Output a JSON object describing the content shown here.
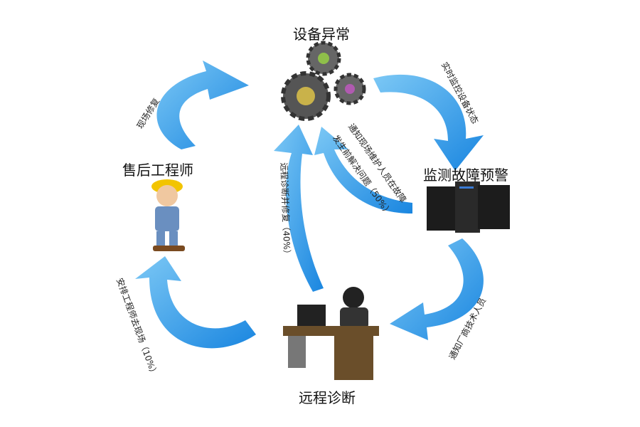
{
  "nodes": {
    "device_fault": "设备异常",
    "monitor_warning": "监测故障预警",
    "remote_diagnosis": "远程诊断",
    "service_engineer": "售后工程师"
  },
  "edges": {
    "realtime_monitor": "实时监控设备状态",
    "notify_vendor": "通知厂商技术人员",
    "notify_onsite_line1": "通知现场维护人员在故障",
    "notify_onsite_line2": "发生前解决问题（50%）",
    "remote_fix": "远程诊断并修复（40%）",
    "send_engineer": "安排工程师去现场（10%）",
    "onsite_repair": "现场修复"
  },
  "colors": {
    "arrow": "#2b9be8",
    "arrow_light": "#7cc8f5",
    "gear": "#555555"
  }
}
